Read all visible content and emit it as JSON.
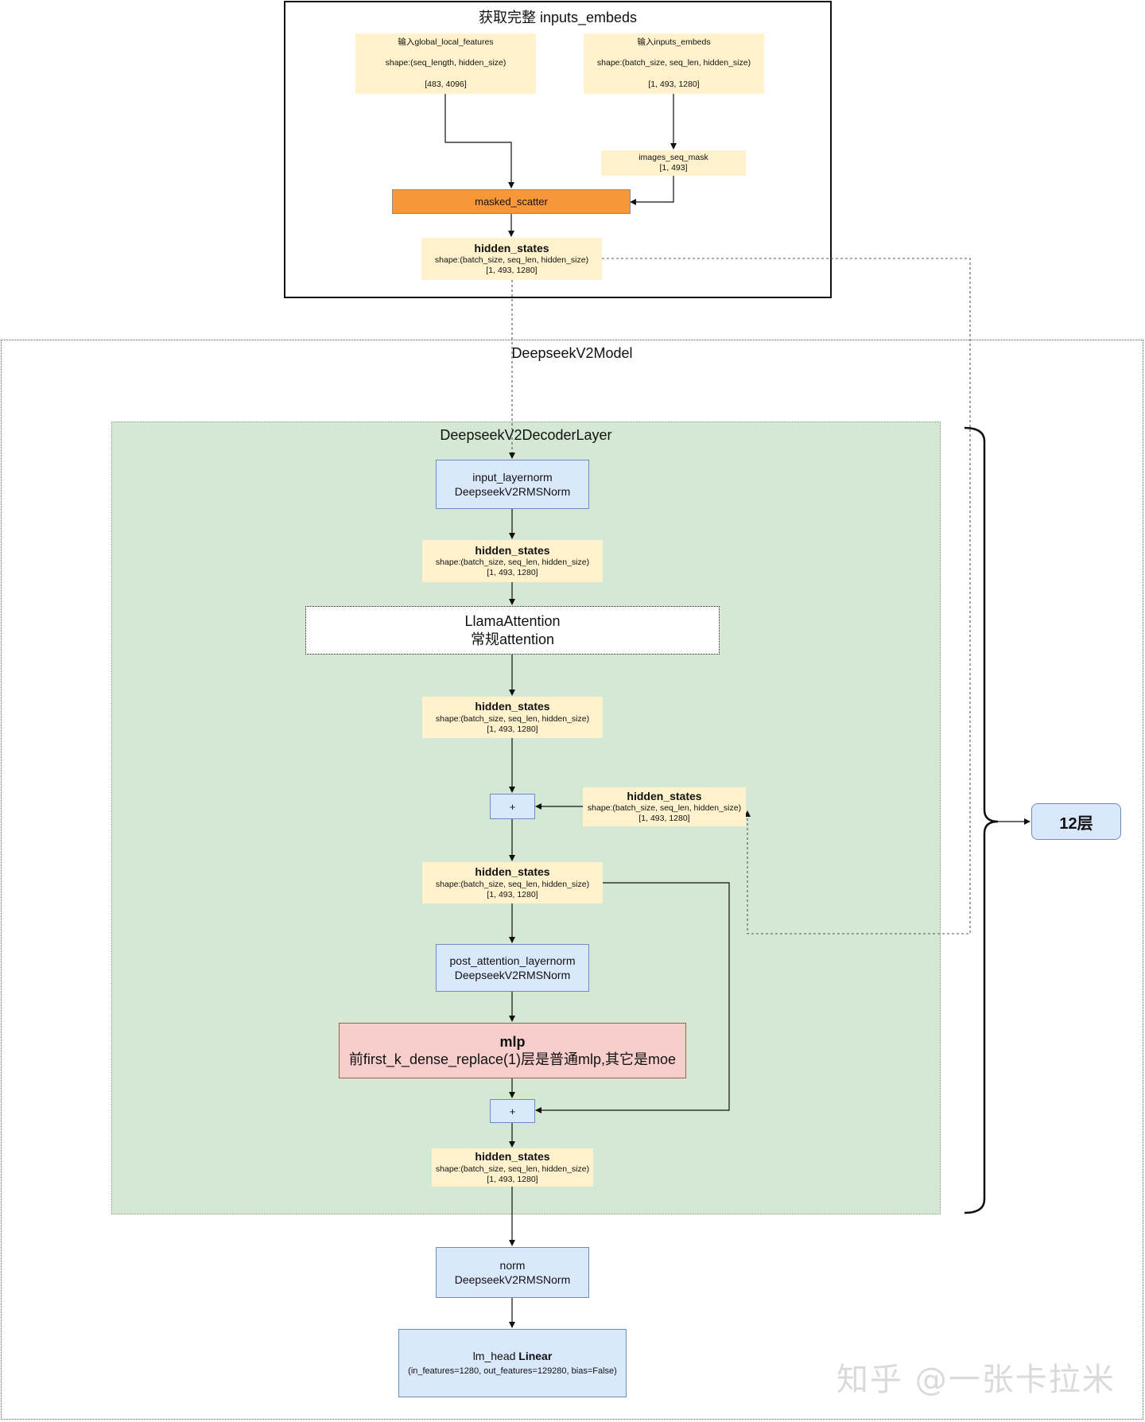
{
  "embeds_group": {
    "title": "获取完整 inputs_embeds",
    "global_features": {
      "line1": "输入global_local_features",
      "line2": "shape:(seq_length, hidden_size)",
      "line3": "[483, 4096]"
    },
    "inputs_embeds": {
      "line1": "输入inputs_embeds",
      "line2": "shape:(batch_size, seq_len, hidden_size)",
      "line3": "[1, 493, 1280]"
    },
    "images_seq_mask": {
      "line1": "images_seq_mask",
      "line2": "[1, 493]"
    },
    "masked_scatter": {
      "label": "masked_scatter"
    },
    "hidden_states": {
      "title": "hidden_states",
      "shape": "shape:(batch_size, seq_len, hidden_size)",
      "dims": "[1, 493, 1280]"
    }
  },
  "model_group": {
    "title": "DeepseekV2Model"
  },
  "decoder_group": {
    "title": "DeepseekV2DecoderLayer",
    "input_layernorm": {
      "line1": "input_layernorm",
      "line2": "DeepseekV2RMSNorm"
    },
    "hs_after_input_norm": {
      "title": "hidden_states",
      "shape": "shape:(batch_size, seq_len, hidden_size)",
      "dims": "[1, 493, 1280]"
    },
    "attention": {
      "line1": "LlamaAttention",
      "line2": "常规attention"
    },
    "hs_after_attention": {
      "title": "hidden_states",
      "shape": "shape:(batch_size, seq_len, hidden_size)",
      "dims": "[1, 493, 1280]"
    },
    "add_1": {
      "label": "+"
    },
    "hs_residual_1": {
      "title": "hidden_states",
      "shape": "shape:(batch_size, seq_len, hidden_size)",
      "dims": "[1, 493, 1280]"
    },
    "hs_after_add_1": {
      "title": "hidden_states",
      "shape": "shape:(batch_size, seq_len, hidden_size)",
      "dims": "[1, 493, 1280]"
    },
    "post_attention_layernorm": {
      "line1": "post_attention_layernorm",
      "line2": "DeepseekV2RMSNorm"
    },
    "mlp": {
      "title": "mlp",
      "desc": "前first_k_dense_replace(1)层是普通mlp,其它是moe"
    },
    "add_2": {
      "label": "+"
    },
    "hs_output": {
      "title": "hidden_states",
      "shape": "shape:(batch_size, seq_len, hidden_size)",
      "dims": "[1, 493, 1280]"
    }
  },
  "layer_count": {
    "label": "12层"
  },
  "final_norm": {
    "line1": "norm",
    "line2": "DeepseekV2RMSNorm"
  },
  "lm_head": {
    "name": "lm_head",
    "type": "Linear",
    "params": "(in_features=1280, out_features=129280, bias=False)"
  },
  "watermark": {
    "text": "知乎 @一张卡拉米"
  }
}
